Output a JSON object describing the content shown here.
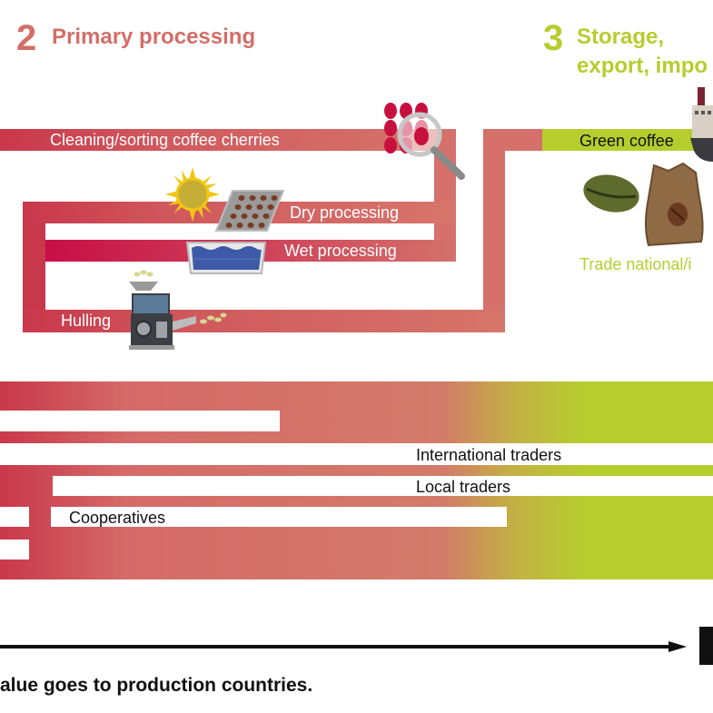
{
  "colors": {
    "processing": "#d26f68",
    "processing_dark": "#c9374b",
    "storage": "#b6cd2e",
    "text_dark": "#111111"
  },
  "section2": {
    "number": "2",
    "title": "Primary processing"
  },
  "section3": {
    "number": "3",
    "title_line1": "Storage,",
    "title_line2": "export, impo"
  },
  "processing": {
    "cleaning": "Cleaning/sorting coffee cherries",
    "dry": "Dry processing",
    "wet": "Wet processing",
    "hulling": "Hulling"
  },
  "storage": {
    "green_coffee": "Green coffee",
    "trade": "Trade national/i"
  },
  "traders": {
    "international": "International traders",
    "local": "Local traders",
    "cooperatives": "Cooperatives"
  },
  "footer": {
    "note": "alue goes to production countries."
  },
  "icons": [
    "cherries-icon",
    "magnifier-icon",
    "sun-icon",
    "drying-rack-icon",
    "water-basin-icon",
    "hulling-machine-icon",
    "coffee-bean-icon",
    "coffee-sack-icon",
    "ship-icon"
  ]
}
